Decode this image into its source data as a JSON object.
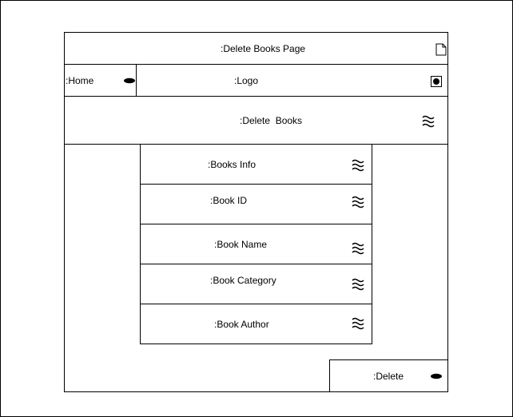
{
  "page": {
    "title": ":Delete Books Page",
    "title_icon": "page-icon"
  },
  "nav": {
    "home_label": ":Home",
    "home_icon": "button-icon",
    "logo_label": ":Logo",
    "logo_icon": "image-icon"
  },
  "section": {
    "title": ":Delete  Books",
    "icon": "panel-icon"
  },
  "form": {
    "fields": [
      {
        "label": ":Books Info",
        "icon": "panel-icon"
      },
      {
        "label": ":Book ID",
        "icon": "panel-icon"
      },
      {
        "label": ":Book Name",
        "icon": "panel-icon"
      },
      {
        "label": ":Book Category",
        "icon": "panel-icon"
      },
      {
        "label": ":Book Author",
        "icon": "panel-icon"
      }
    ]
  },
  "actions": {
    "delete_label": ":Delete",
    "delete_icon": "button-icon"
  }
}
